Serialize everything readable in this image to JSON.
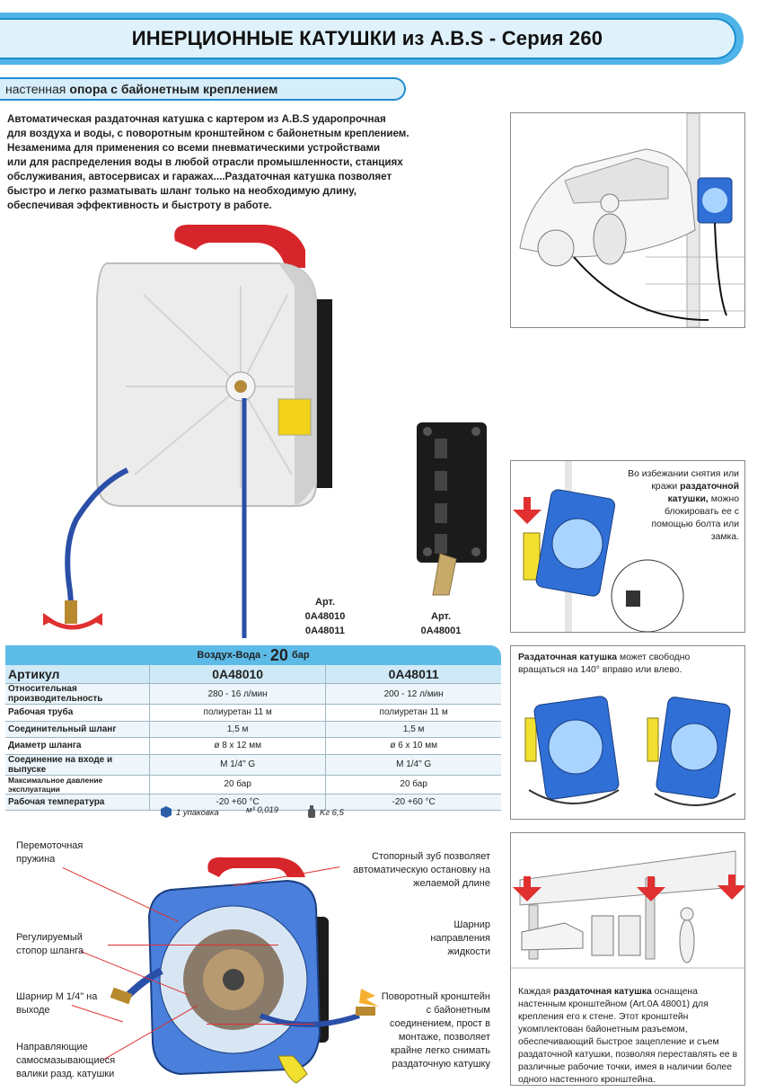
{
  "title": "ИНЕРЦИОННЫЕ КАТУШКИ из A.B.S - Серия 260",
  "subtitle": {
    "plain": "настенная",
    "bold": "опора с байонетным креплением"
  },
  "intro_lines": [
    "Автоматическая раздаточная катушка с картером из  A.B.S ударопрочная",
    "для воздуха и воды, с поворотным кронштейном с байонетным креплением.",
    "Незаменима для применения со всеми пневматическими устройствами",
    "или для распределения воды в любой отрасли промышленности, станциях",
    "обслуживания, автосервисах и гаражах....Раздаточная катушка позволяет",
    "быстро и легко разматывать шланг только на необходимую длину,",
    "обеспечивая эффективность и быстроту в работе."
  ],
  "art_reel": {
    "label": "Арт.",
    "codes": [
      "0A48010",
      "0A48011"
    ]
  },
  "art_bracket": {
    "label": "Арт.",
    "code": "0A48001"
  },
  "right_box1": {
    "pre": "Во избежании снятия или кражи",
    "bold": "раздаточной катушки,",
    "post": "можно блокировать ее с помощью болта или замка."
  },
  "right_box2": {
    "bold": "Раздаточная катушка",
    "post": "может свободно вращаться на 140° вправо или влево."
  },
  "right_box3": {
    "pre": "Каждая",
    "bold": "раздаточная катушка",
    "post": "оснащена настенным кронштейном (Art.0A 48001) для крепления его к стене. Этот кронштейн укомплектован байонетным разъемом, обеспечивающий быстрое зацепление и съем раздаточной катушки, позволяя переставлять ее в различные рабочие точки, имея в наличии более одного настенного кронштейна."
  },
  "table": {
    "header_pre": "Воздух-Вода -",
    "header_big": "20",
    "header_post": "бар",
    "columns": [
      "Артикул",
      "0A48010",
      "0A48011"
    ],
    "rows": [
      [
        "Относительная производительность",
        "280 - 16 л/мин",
        "200 - 12 л/мин"
      ],
      [
        "Рабочая труба",
        "полиуретан 11 м",
        "полиуретан 11 м"
      ],
      [
        "Соединительный шланг",
        "1,5 м",
        "1,5 м"
      ],
      [
        "Диаметр шланга",
        "ø 8 x 12 мм",
        "ø 6 x 10 мм"
      ],
      [
        "Соединение на входе и выпуске",
        "M 1/4\" G",
        "M 1/4\" G"
      ],
      [
        "Максимальное давление эксплуатации",
        "20 бар",
        "20 бар"
      ],
      [
        "Рабочая температура",
        "-20 +60 °C",
        "-20 +60 °C"
      ]
    ]
  },
  "packing": {
    "units": "1 упаковка",
    "volume": "м³ 0,019",
    "weight": "Kг 6,5"
  },
  "callouts": {
    "spring": "Перемоточная пружина",
    "stopper": "Регулируемый стопор шланга",
    "outlet": "Шарнир M 1/4\" на выходе",
    "rollers": "Направляющие самосмазывающиеся валики разд. катушки",
    "tooth": "Стопорный зуб позволяет автоматическую остановку на желаемой длине",
    "swivel": "Шарнир направления жидкости",
    "bracket": "Поворотный кронштейн с байонетным соединением, прост в монтаже, позволяет крайне легко снимать раздаточную катушку"
  },
  "colors": {
    "accent": "#1f8fd0",
    "light_blue": "#dff2fb",
    "reel_red": "#d7262b",
    "reel_blue": "#2f6fd6"
  }
}
